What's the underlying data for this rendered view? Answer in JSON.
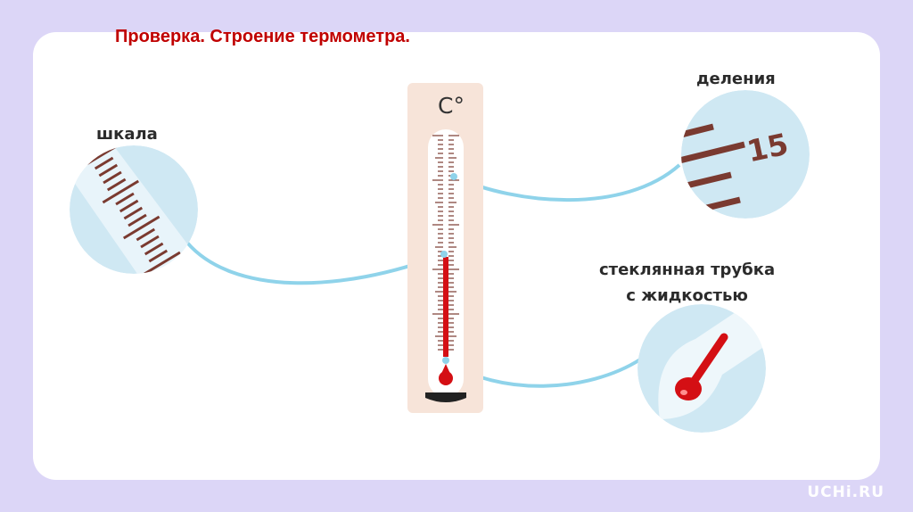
{
  "title": "Проверка. Строение термометра.",
  "labels": {
    "scale": "шкала",
    "divisions": "деления",
    "tube_line1": "стеклянная трубка",
    "tube_line2": "с жидкостью"
  },
  "thermometer": {
    "unit": "C°",
    "division_number": "15"
  },
  "brand": "UCHi.RU",
  "colors": {
    "background": "#dcd6f7",
    "title": "#c00000",
    "connector": "#8fd3ea",
    "liquid": "#d40f14",
    "magnifier": "#cfe8f3",
    "tick": "#7a3a30"
  },
  "icons": [
    "thermometer-icon",
    "magnifier-scale-icon",
    "magnifier-divisions-icon",
    "magnifier-bulb-icon"
  ]
}
